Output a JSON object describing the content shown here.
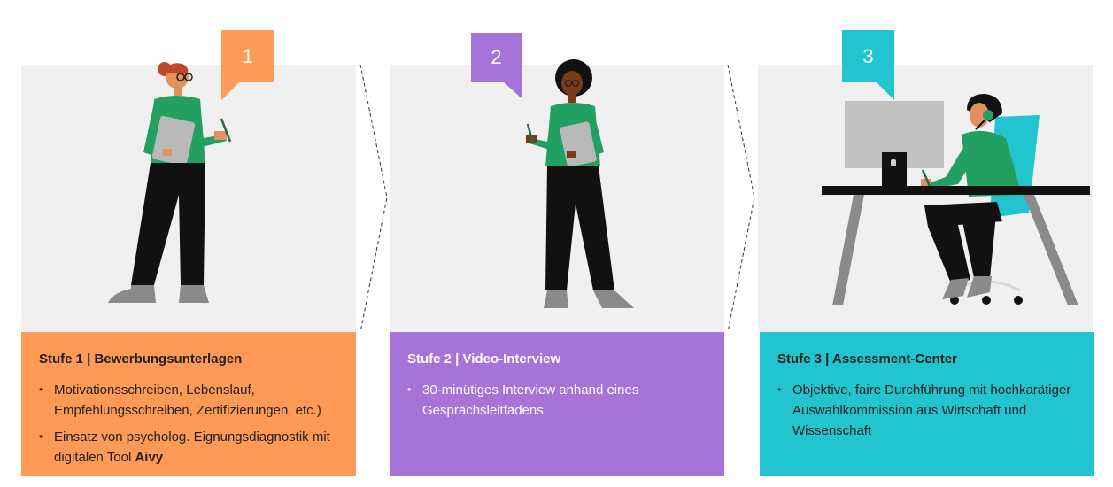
{
  "colors": {
    "panel_bg": "#f0f0f0",
    "stage1": "#fe9a55",
    "stage2": "#a674d8",
    "stage3": "#22c4d0",
    "person_top": "#22a061",
    "person_pants": "#111111",
    "shoes": "#8a8a8a",
    "tablet": "#b9b9b9",
    "desk": "#111111",
    "monitor": "#c2c2c2"
  },
  "stages": [
    {
      "badge": "1",
      "title": "Stufe 1 | Bewerbungsunterlagen",
      "bullets": [
        {
          "text": "Motivationsschreiben, Lebenslauf, Empfehlungsschreiben, Zertifizierungen, etc.)"
        },
        {
          "text": "Einsatz von psycholog. Eignungsdiagnostik mit digitalen Tool ",
          "bold": "Aivy"
        }
      ]
    },
    {
      "badge": "2",
      "title": "Stufe 2 | Video-Interview",
      "bullets": [
        {
          "text": "30-minütiges Interview anhand eines Gesprächsleitfadens"
        }
      ]
    },
    {
      "badge": "3",
      "title": "Stufe 3 | Assessment-Center",
      "bullets": [
        {
          "text": "Objektive, faire Durchführung mit hochkarätiger Auswahlkommission aus Wirtschaft und Wissenschaft"
        }
      ]
    }
  ],
  "icons": [
    "person-with-tablet-illustration",
    "person-with-tablet-illustration",
    "person-at-desk-with-headset-illustration",
    "dashed-chevron-connector-icon"
  ]
}
